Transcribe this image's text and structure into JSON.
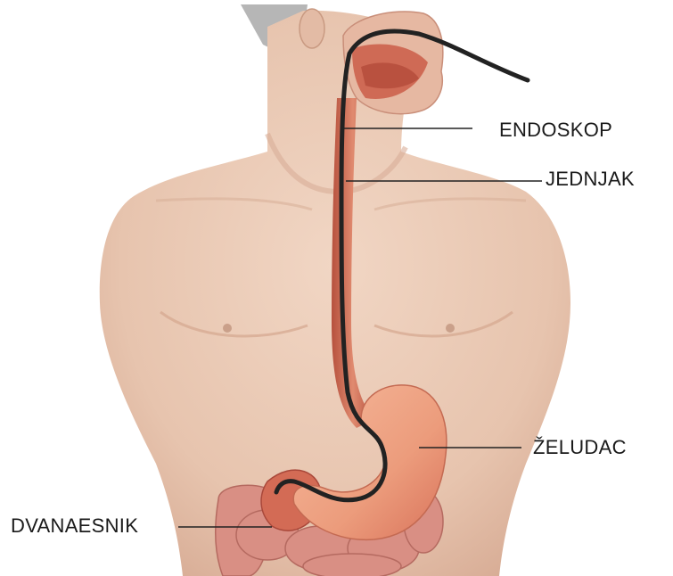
{
  "labels": {
    "endoscope": "ENDOSKOP",
    "esophagus": "JEDNJAK",
    "stomach": "ŽELUDAC",
    "duodenum": "DVANAESNIK"
  },
  "colors": {
    "skin": "#e9c9b4",
    "skin_shadow": "#d9ae97",
    "organ": "#d9735b",
    "organ_dark": "#b6503d",
    "stomach": "#f0a585",
    "intestine": "#d98f84",
    "endoscope": "#222222"
  }
}
